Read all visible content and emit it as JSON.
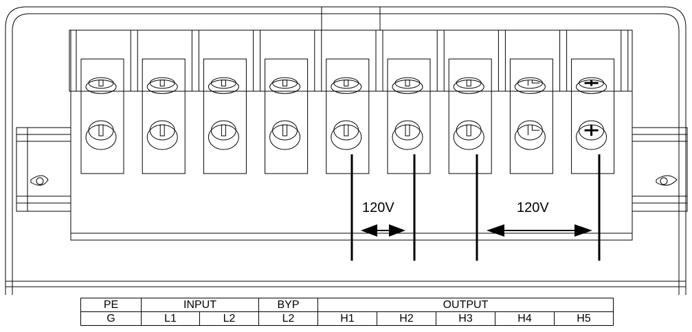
{
  "voltage_labels": {
    "left": "120V",
    "right": "120V"
  },
  "table": {
    "groups": [
      {
        "label": "PE",
        "span": 1
      },
      {
        "label": "INPUT",
        "span": 2
      },
      {
        "label": "BYP",
        "span": 1
      },
      {
        "label": "OUTPUT",
        "span": 5
      }
    ],
    "terminals": [
      "G",
      "L1",
      "L2",
      "L2",
      "H1",
      "H2",
      "H3",
      "H4",
      "H5"
    ]
  },
  "screw_heads": [
    "slot",
    "slot",
    "slot",
    "slot",
    "slot",
    "slot",
    "slot",
    "slot-bent",
    "phillips"
  ]
}
